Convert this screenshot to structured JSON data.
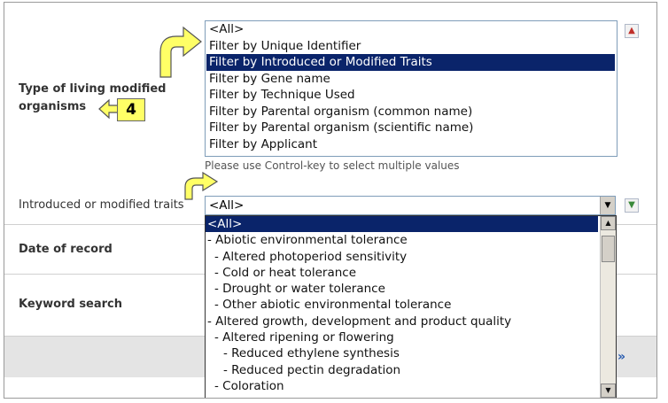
{
  "filters": {
    "type_label": "Type of living modified organisms",
    "options": [
      "<All>",
      "Filter by Unique Identifier",
      "Filter by Introduced or Modified Traits",
      "Filter by Gene name",
      "Filter by Technique Used",
      "Filter by Parental organism (common name)",
      "Filter by Parental organism (scientific name)",
      "Filter by Applicant"
    ],
    "selected_index": 2,
    "hint": "Please use Control-key to select multiple values"
  },
  "traits": {
    "label": "Introduced or modified traits",
    "combo_value": "<All>",
    "dropdown": [
      {
        "text": "<All>",
        "level": 0,
        "selected": true
      },
      {
        "text": "- Abiotic environmental tolerance",
        "level": 0
      },
      {
        "text": "- Altered photoperiod sensitivity",
        "level": 1
      },
      {
        "text": "- Cold or heat tolerance",
        "level": 1
      },
      {
        "text": "- Drought or water tolerance",
        "level": 1
      },
      {
        "text": "- Other abiotic environmental tolerance",
        "level": 1
      },
      {
        "text": "- Altered growth, development and product quality",
        "level": 0
      },
      {
        "text": "- Altered ripening or flowering",
        "level": 1
      },
      {
        "text": "- Reduced ethylene synthesis",
        "level": 2
      },
      {
        "text": "- Reduced pectin degradation",
        "level": 2
      },
      {
        "text": "- Coloration",
        "level": 1
      }
    ]
  },
  "date_label": "Date of record",
  "keyword_label": "Keyword search",
  "next_glyph": "»",
  "callout_number": "4",
  "colors": {
    "selection": "#0a246a",
    "callout": "#ffff66"
  }
}
